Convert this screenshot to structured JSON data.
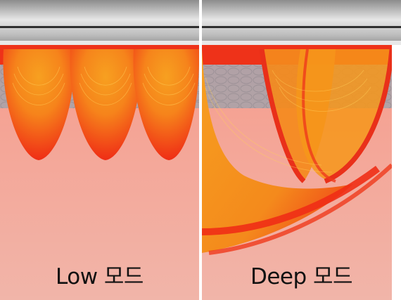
{
  "panels": [
    {
      "id": "low",
      "caption": "Low 모드"
    },
    {
      "id": "deep",
      "caption": "Deep 모드"
    }
  ],
  "colors": {
    "skin_top": "#f6a79b",
    "skin_bottom": "#f1b4a8",
    "energy_red": "#ef2d16",
    "energy_orange": "#f6961a",
    "tissue_grey": "#a7a0a5",
    "probe_silver": "#c8c8c8"
  }
}
